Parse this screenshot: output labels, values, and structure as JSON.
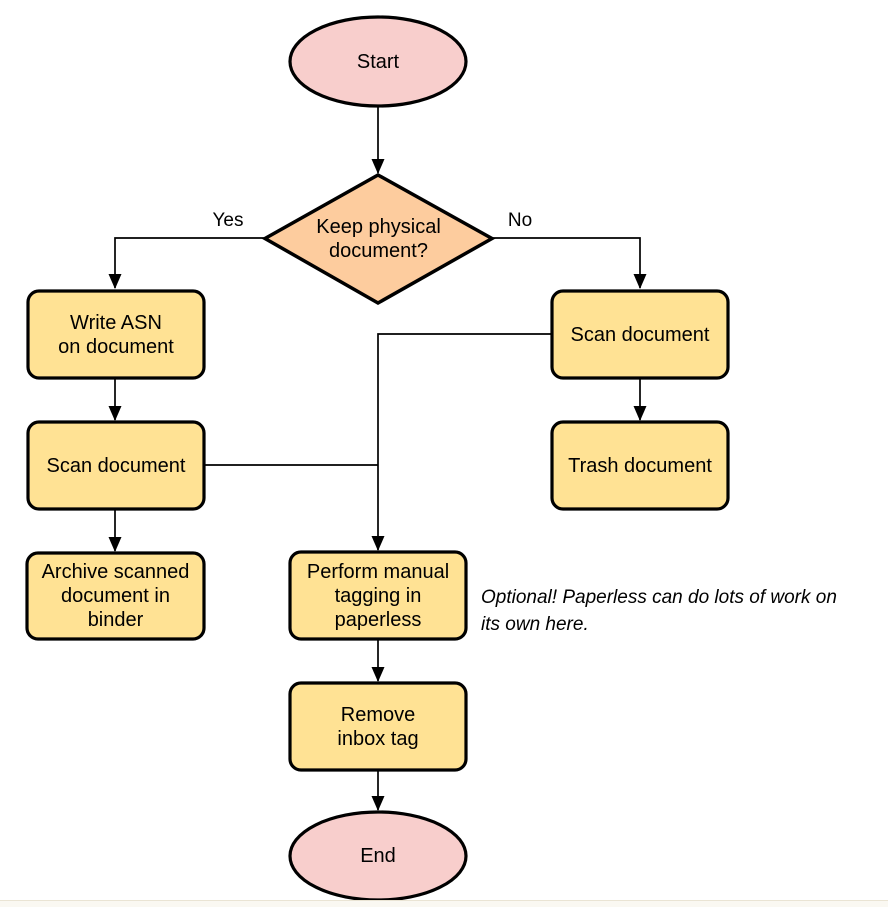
{
  "diagram": {
    "nodes": {
      "start": {
        "label": "Start",
        "type": "terminal"
      },
      "decision": {
        "label": "Keep physical\ndocument?",
        "type": "decision"
      },
      "write_asn": {
        "label": "Write ASN\non document",
        "type": "process"
      },
      "scan_left": {
        "label": "Scan document",
        "type": "process"
      },
      "archive": {
        "label": "Archive scanned\ndocument in\nbinder",
        "type": "process"
      },
      "scan_right": {
        "label": "Scan document",
        "type": "process"
      },
      "trash": {
        "label": "Trash document",
        "type": "process"
      },
      "tagging": {
        "label": "Perform manual\ntagging in\npaperless",
        "type": "process"
      },
      "remove_inbox": {
        "label": "Remove\ninbox tag",
        "type": "process"
      },
      "end": {
        "label": "End",
        "type": "terminal"
      }
    },
    "edges": {
      "yes_label": "Yes",
      "no_label": "No"
    },
    "annotation": {
      "text": "Optional! Paperless can do lots of work on\nits own here."
    },
    "colors": {
      "terminal_fill": "#f8cecc",
      "decision_fill": "#fdcc9e",
      "process_fill": "#ffe294",
      "stroke": "#000000",
      "arrow_fill": "#000000"
    }
  }
}
